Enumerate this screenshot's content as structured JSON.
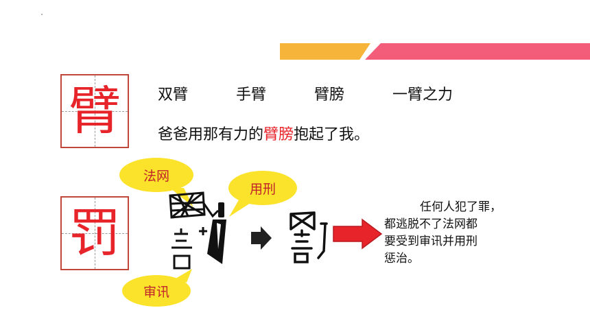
{
  "colors": {
    "accent_red": "#e8242b",
    "bubble_yellow": "#fbe32b",
    "bar_orange": "#f6b43a",
    "bar_pink": "#f35d7a"
  },
  "char1": {
    "character": "臂"
  },
  "words": [
    "双臂",
    "手臂",
    "臂膀",
    "一臂之力"
  ],
  "sentence": {
    "before": "爸爸用那有力的",
    "highlight": "臂膀",
    "after": "抱起了我。"
  },
  "char2": {
    "character": "罚"
  },
  "bubbles": {
    "fawang": "法网",
    "yongxing": "用刑",
    "shenxun": "审讯"
  },
  "explanation": {
    "line1": "任何人犯了罪，",
    "line2": "都逃脱不了法网都",
    "line3": "要受到审讯并用刑",
    "line4": "惩治。"
  },
  "icons": [
    "net-glyph-icon",
    "plus-icon",
    "knife-glyph-icon",
    "speech-glyph-icon",
    "arrow-right-icon",
    "red-arrow-icon",
    "ancient-fa-glyph-icon"
  ]
}
